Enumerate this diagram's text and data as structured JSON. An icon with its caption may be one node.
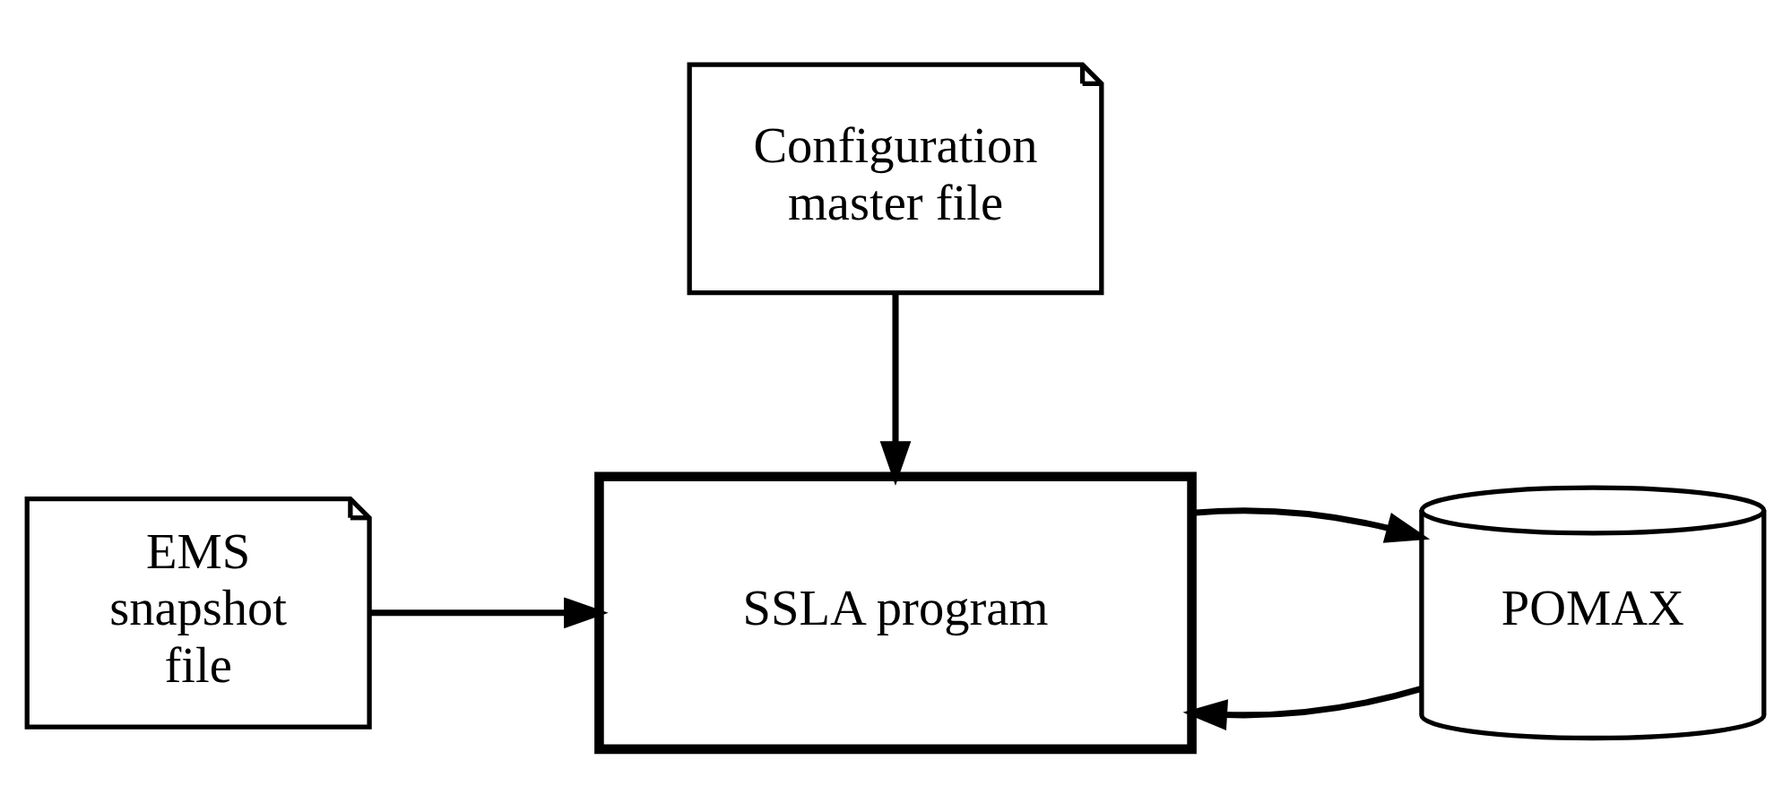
{
  "diagram": {
    "nodes": [
      {
        "text": [
          "Configuration master file"
        ]
      },
      {
        "text": [
          "POMAX"
        ]
      },
      {
        "text": [
          "SSLA program"
        ]
      },
      {
        "text": [
          "EMS snapshot file"
        ]
      }
    ],
    "edges": [
      {
        "from": 0,
        "to": 2,
        "arrow": "to"
      },
      {
        "from": 1,
        "to": 2,
        "arrow": "to"
      },
      {
        "from": 3,
        "to": 2,
        "arrow": "to"
      },
      {
        "from": 2,
        "to": 1,
        "arrow": "to"
      }
    ]
  }
}
